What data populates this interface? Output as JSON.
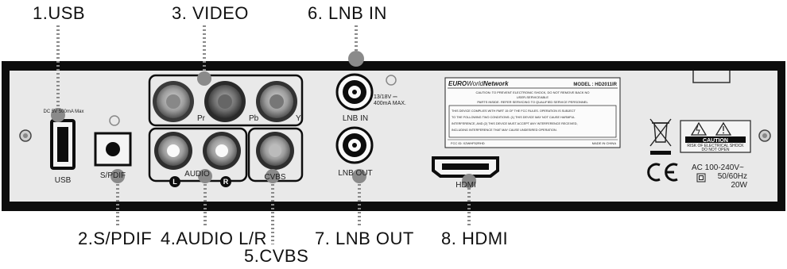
{
  "callouts": {
    "usb": "1.USB",
    "spdif": "2.S/PDIF",
    "video": "3. VIDEO",
    "audio": "4.AUDIO L/R",
    "cvbs": "5.CVBS",
    "lnb_in": "6. LNB IN",
    "lnb_out": "7. LNB OUT",
    "hdmi": "8. HDMI"
  },
  "panel_labels": {
    "usb": "USB",
    "usb_rating": "DC 5V 500mA Max",
    "spdif": "S/PDIF",
    "pr": "Pr",
    "pb": "Pb",
    "y": "Y",
    "audio": "AUDIO",
    "audio_l": "L",
    "audio_r": "R",
    "cvbs": "CVBS",
    "lnb_in": "LNB IN",
    "lnb_out": "LNB OUT",
    "lnb_rating_1": "13/18V ⎓",
    "lnb_rating_2": "400mA MAX.",
    "hdmi": "HDMI"
  },
  "label_sticker": {
    "brand_1": "EURO",
    "brand_2": "World",
    "brand_3": "Network",
    "model": "MODEL : HD2011IR",
    "warning_lines": [
      "CAUTION: TO PREVENT ELECTRONIC SHOCK, DO NOT REMOVE BACK NO",
      "USER-SERVICEABLE",
      "PARTS INSIDE. REFER SERVICING TO QUALIFIED SERVICE PERSONNEL"
    ],
    "fcc_lines": [
      "THIS DEVICE COMPLIES WITH PART 15 OF THE FCC RULES. OPERATION IS SUBJECT",
      "TO THE FOLLOWING TWO CONDITIONS: (1) THIS DEVICE MAY NOT CAUSE HARMFUL",
      "INTERFERENCE, AND (2) THIS DEVICE MUST ACCEPT ANY INTERFERENCE RECEIVED,",
      "INCLUDING INTERFERENCE THAT MAY CAUSE UNDESIRED OPERATION."
    ],
    "fcc_id": "FCC ID: X2WHF52RHD",
    "made_in": "MADE IN CHINA"
  },
  "caution_box": {
    "title": "CAUTION",
    "line1": "RISK OF ELECTRICAL SHOCK",
    "line2": "DO NOT OPEN"
  },
  "power": {
    "ce": "CE",
    "line1": "AC 100-240V~",
    "line2": "50/60Hz",
    "line3": "20W"
  },
  "icons": [
    "weee-bin-icon",
    "warning-triangle-icon",
    "lightning-warning-icon",
    "double-insulation-icon",
    "screw-icon"
  ],
  "colors": {
    "panel": "#0d0d0d",
    "inner": "#e9e9e9",
    "dots": "#8a8a8a",
    "rca": "#9a9a9a"
  }
}
